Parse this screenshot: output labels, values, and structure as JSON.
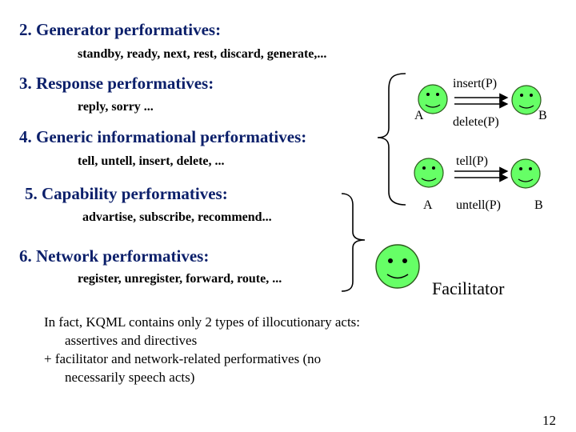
{
  "sections": [
    {
      "title": "2. Generator performatives:",
      "items": "standby, ready, next, rest, discard, generate,..."
    },
    {
      "title": "3. Response performatives:",
      "items": "reply, sorry ..."
    },
    {
      "title": "4. Generic informational performatives:",
      "items": "tell, untell, insert, delete, ..."
    },
    {
      "title": "5. Capability performatives:",
      "items": "advartise, subscribe, recommend..."
    },
    {
      "title": "6. Network performatives:",
      "items": "register, unregister, forward, route, ..."
    }
  ],
  "diagram": {
    "top": {
      "agent_a": "A",
      "agent_b": "B",
      "msg_1": "insert(P)",
      "msg_2": "delete(P)"
    },
    "bottom": {
      "agent_a": "A",
      "agent_b": "B",
      "msg_1": "tell(P)",
      "msg_2": "untell(P)"
    },
    "facilitator_label": "Facilitator"
  },
  "note": {
    "line1": "In fact, KQML contains only 2 types of illocutionary acts:",
    "line2": "assertives and directives",
    "line3": "+ facilitator and network-related performatives (no",
    "line4": "necessarily speech acts)"
  },
  "page_number": "12",
  "colors": {
    "heading": "#0b1f6a",
    "face_fill": "#66ff66",
    "face_stroke": "#2a5a1a"
  }
}
